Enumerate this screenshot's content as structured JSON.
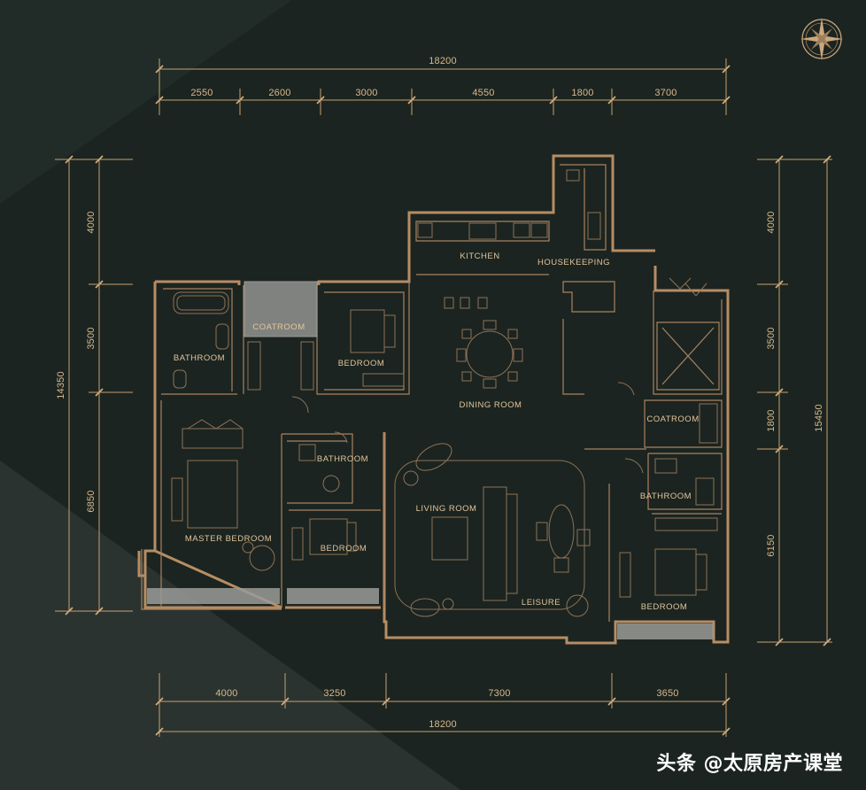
{
  "floorplan": {
    "rooms": {
      "kitchen": "KITCHEN",
      "housekeeping": "HOUSEKEEPING",
      "coatroom_left": "COATROOM",
      "bathroom_left": "BATHROOM",
      "bedroom_top": "BEDROOM",
      "dining_room": "DINING ROOM",
      "coatroom_right": "COATROOM",
      "bathroom_mid": "BATHROOM",
      "bathroom_right": "BATHROOM",
      "living_room": "LIVING ROOM",
      "master_bedroom": "MASTER BEDROOM",
      "bedroom_mid": "BEDROOM",
      "leisure": "LEISURE",
      "bedroom_right": "BEDROOM"
    },
    "dimensions": {
      "top_total": "18200",
      "top_segments": [
        "2550",
        "2600",
        "3000",
        "4550",
        "1800",
        "3700"
      ],
      "bottom_segments": [
        "4000",
        "3250",
        "7300",
        "3650"
      ],
      "bottom_total": "18200",
      "left_segments": [
        "4000",
        "3500",
        "6850"
      ],
      "left_total": "14350",
      "right_segments": [
        "4000",
        "3500",
        "1800",
        "6150"
      ],
      "right_total": "15450"
    }
  },
  "watermark": "头条 @太原房产课堂"
}
